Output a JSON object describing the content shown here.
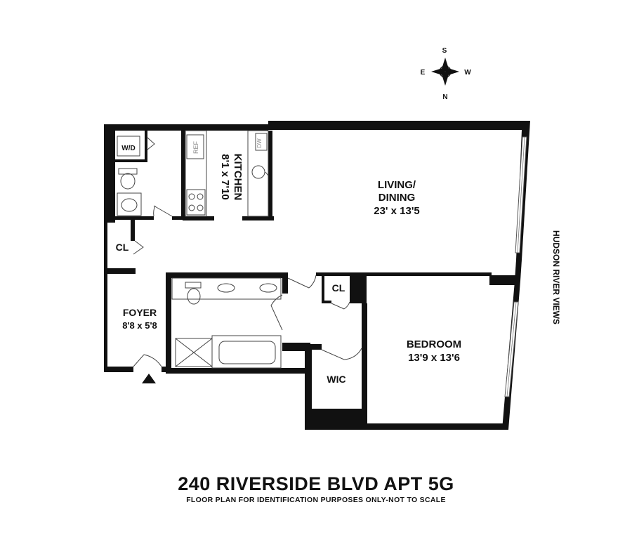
{
  "compass": {
    "north": "N",
    "south": "S",
    "east": "E",
    "west": "W"
  },
  "view_label": "HUDSON RIVER VIEWS",
  "rooms": {
    "living": {
      "name_line1": "LIVING/",
      "name_line2": "DINING",
      "dims": "23' x 13'5"
    },
    "kitchen": {
      "name": "KITCHEN",
      "dims": "8'1 x 7'10"
    },
    "bedroom": {
      "name": "BEDROOM",
      "dims": "13'9 x 13'6"
    },
    "foyer": {
      "name": "FOYER",
      "dims": "8'8 x 5'8"
    },
    "closet_foyer": {
      "name": "CL"
    },
    "closet_bedroom": {
      "name": "CL"
    },
    "wic": {
      "name": "WIC"
    }
  },
  "fixtures": {
    "washer_dryer": "W/D",
    "refrigerator": "REF",
    "dishwasher": "DW"
  },
  "title": "240 RIVERSIDE BLVD APT 5G",
  "disclaimer": "FLOOR PLAN FOR IDENTIFICATION PURPOSES ONLY-NOT TO SCALE",
  "colors": {
    "wall": "#111111",
    "fixture_text": "#888888"
  }
}
